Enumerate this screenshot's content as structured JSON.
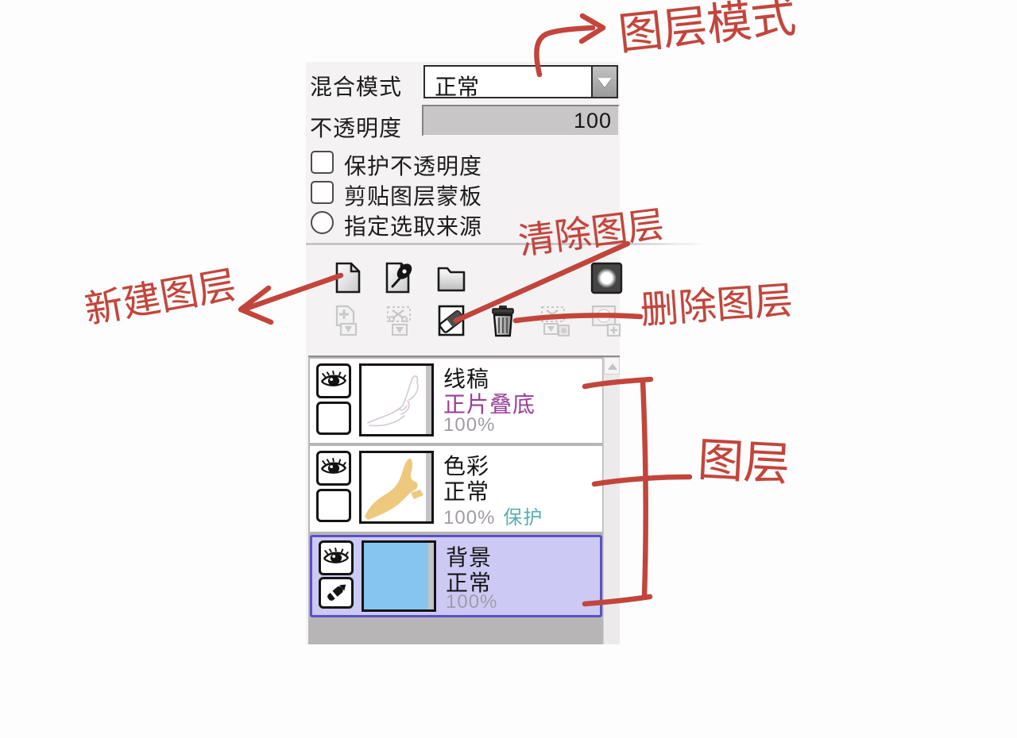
{
  "panel": {
    "blend": {
      "label": "混合模式",
      "value": "正常"
    },
    "opacity": {
      "label": "不透明度",
      "value": "100"
    },
    "options": [
      {
        "type": "checkbox",
        "label": "保护不透明度",
        "checked": false
      },
      {
        "type": "checkbox",
        "label": "剪贴图层蒙板",
        "checked": false
      },
      {
        "type": "radio",
        "label": "指定选取来源",
        "checked": false
      }
    ],
    "toolbar": {
      "row1": [
        "new-layer",
        "new-pen-layer",
        "new-folder",
        "layer-mask"
      ],
      "row2": [
        "transfer-down",
        "merge-down",
        "clear-layer",
        "delete-layer",
        "merge-visible",
        "add-mask"
      ]
    },
    "layers": [
      {
        "name": "线稿",
        "mode": "正片叠底",
        "opacity": "100%",
        "badge": "",
        "visible": true,
        "selected": false
      },
      {
        "name": "色彩",
        "mode": "正常",
        "opacity": "100%",
        "badge": "保护",
        "visible": true,
        "selected": false
      },
      {
        "name": "背景",
        "mode": "正常",
        "opacity": "100%",
        "badge": "",
        "visible": true,
        "selected": true,
        "editing": true
      }
    ]
  },
  "annotations": {
    "layer_mode": "图层模式",
    "new_layer": "新建图层",
    "clear_layer": "清除图层",
    "delete_layer": "删除图层",
    "layers": "图层"
  },
  "colors": {
    "annotation_red": "#c2453b",
    "multiply_mode_text": "#993d99",
    "protect_badge_teal": "#55b0ae",
    "selected_layer_bg": "#ccc9f4",
    "selected_layer_border": "#5b50c8",
    "background_thumb_blue": "#85c5ee",
    "color_thumb_yellow": "#edc97e",
    "panel_bg": "#f4f2f3",
    "list_bg": "#b8b5b6"
  }
}
